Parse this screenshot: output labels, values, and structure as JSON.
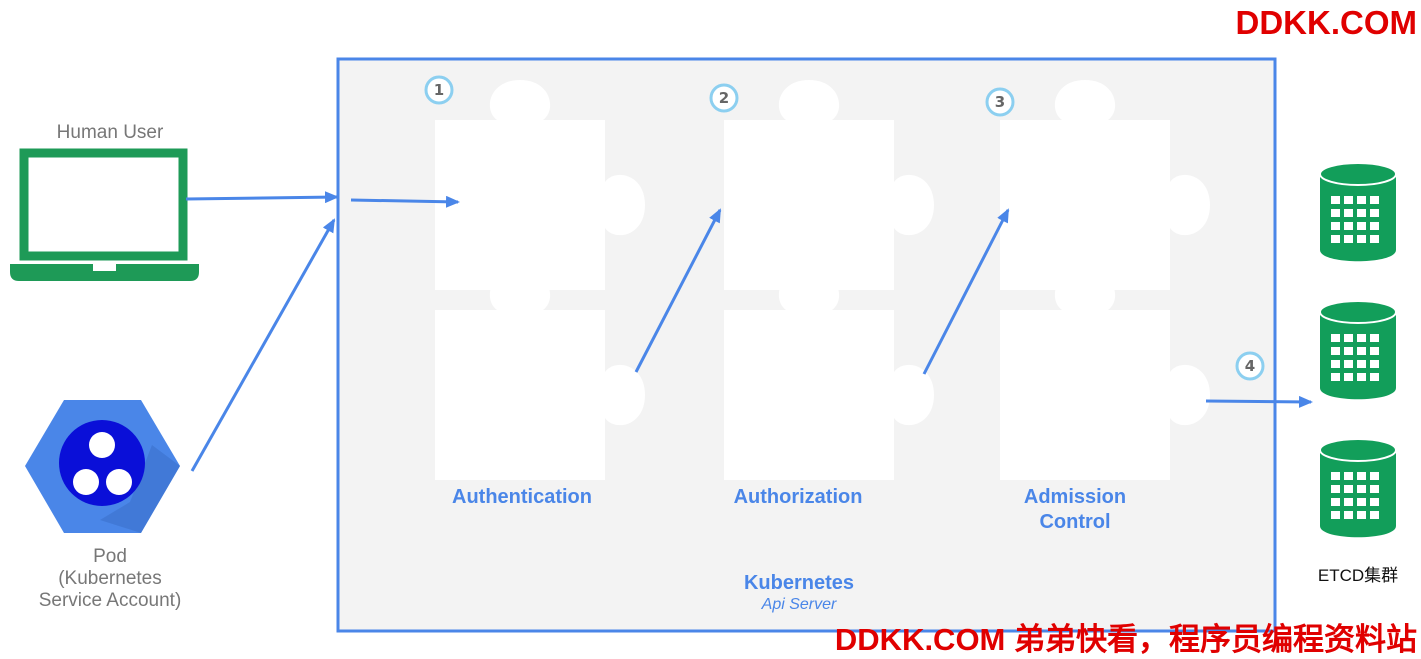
{
  "watermark_top": "DDKK.COM",
  "watermark_bottom": "DDKK.COM 弟弟快看，程序员编程资料站",
  "human_user": "Human User",
  "pod": {
    "line1": "Pod",
    "line2": "(Kubernetes",
    "line3": "Service Account)"
  },
  "server": {
    "title": "Kubernetes",
    "subtitle": "Api Server"
  },
  "stages": [
    {
      "step": "1",
      "label": "Authentication"
    },
    {
      "step": "2",
      "label": "Authorization"
    },
    {
      "step": "3",
      "label_line1": "Admission",
      "label_line2": "Control"
    }
  ],
  "etcd_step": "4",
  "etcd_label": "ETCD集群",
  "colors": {
    "accent": "#4a86e8",
    "laptop": "#1e9a57",
    "etcd": "#129e5a",
    "pod_hex": "#4a86e8",
    "pod_circle": "#0a0fd8",
    "box_bg": "#f3f3f3",
    "step_ring": "#8ccff0",
    "watermark": "#e00000"
  }
}
